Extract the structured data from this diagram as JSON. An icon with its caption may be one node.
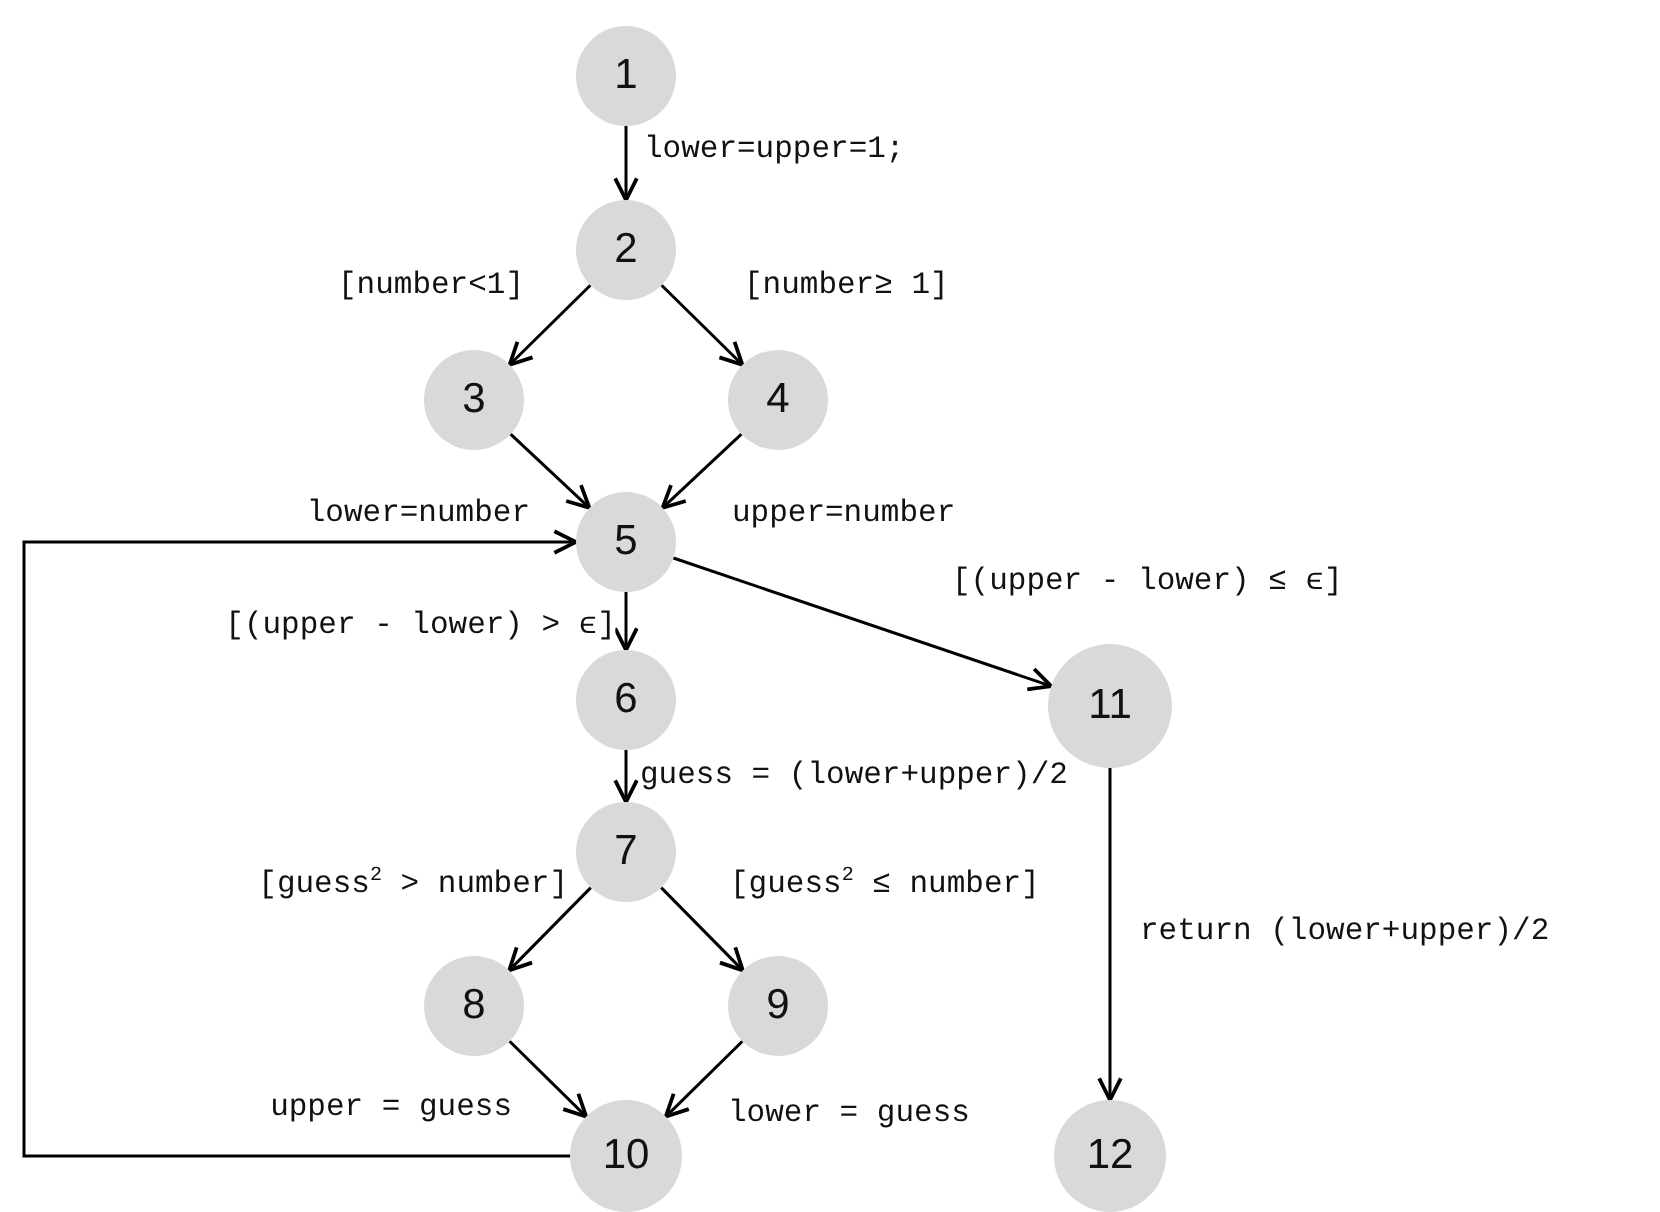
{
  "diagram": {
    "nodes": [
      {
        "text": [
          "1"
        ]
      },
      {
        "text": [
          "2"
        ]
      },
      {
        "text": [
          "3"
        ]
      },
      {
        "text": [
          "4"
        ]
      },
      {
        "text": [
          "5"
        ]
      },
      {
        "text": [
          "6"
        ]
      },
      {
        "text": [
          "7"
        ]
      },
      {
        "text": [
          "8"
        ]
      },
      {
        "text": [
          "9"
        ]
      },
      {
        "text": [
          "10"
        ]
      },
      {
        "text": [
          "11"
        ]
      },
      {
        "text": [
          "12"
        ]
      }
    ],
    "edges": [
      {
        "from": 0,
        "to": 1,
        "arrow": "to",
        "label": "lower=upper=1;"
      },
      {
        "from": 1,
        "to": 2,
        "arrow": "to",
        "label": "[number<1]"
      },
      {
        "from": 1,
        "to": 3,
        "arrow": "to",
        "label": "[number≥ 1]"
      },
      {
        "from": 2,
        "to": 4,
        "arrow": "to",
        "label": "lower=number"
      },
      {
        "from": 3,
        "to": 4,
        "arrow": "to",
        "label": "upper=number"
      },
      {
        "from": 4,
        "to": 5,
        "arrow": "to",
        "label": "[(upper - lower) > ϵ]"
      },
      {
        "from": 4,
        "to": 10,
        "arrow": "to",
        "label": "[(upper - lower) ≤ ϵ]"
      },
      {
        "from": 5,
        "to": 6,
        "arrow": "to",
        "label": "guess = (lower+upper)/2"
      },
      {
        "from": 6,
        "to": 7,
        "arrow": "to",
        "label": "[guess$^{2}$ > number]"
      },
      {
        "from": 6,
        "to": 8,
        "arrow": "to",
        "label": "[guess$^{2}$ ≤ number]"
      },
      {
        "from": 7,
        "to": 9,
        "arrow": "to",
        "label": "upper = guess"
      },
      {
        "from": 8,
        "to": 9,
        "arrow": "to",
        "label": "lower = guess"
      },
      {
        "from": 9,
        "to": 4,
        "arrow": "to"
      },
      {
        "from": 10,
        "to": 11,
        "arrow": "to",
        "label": "return (lower+upper)/2"
      }
    ]
  }
}
